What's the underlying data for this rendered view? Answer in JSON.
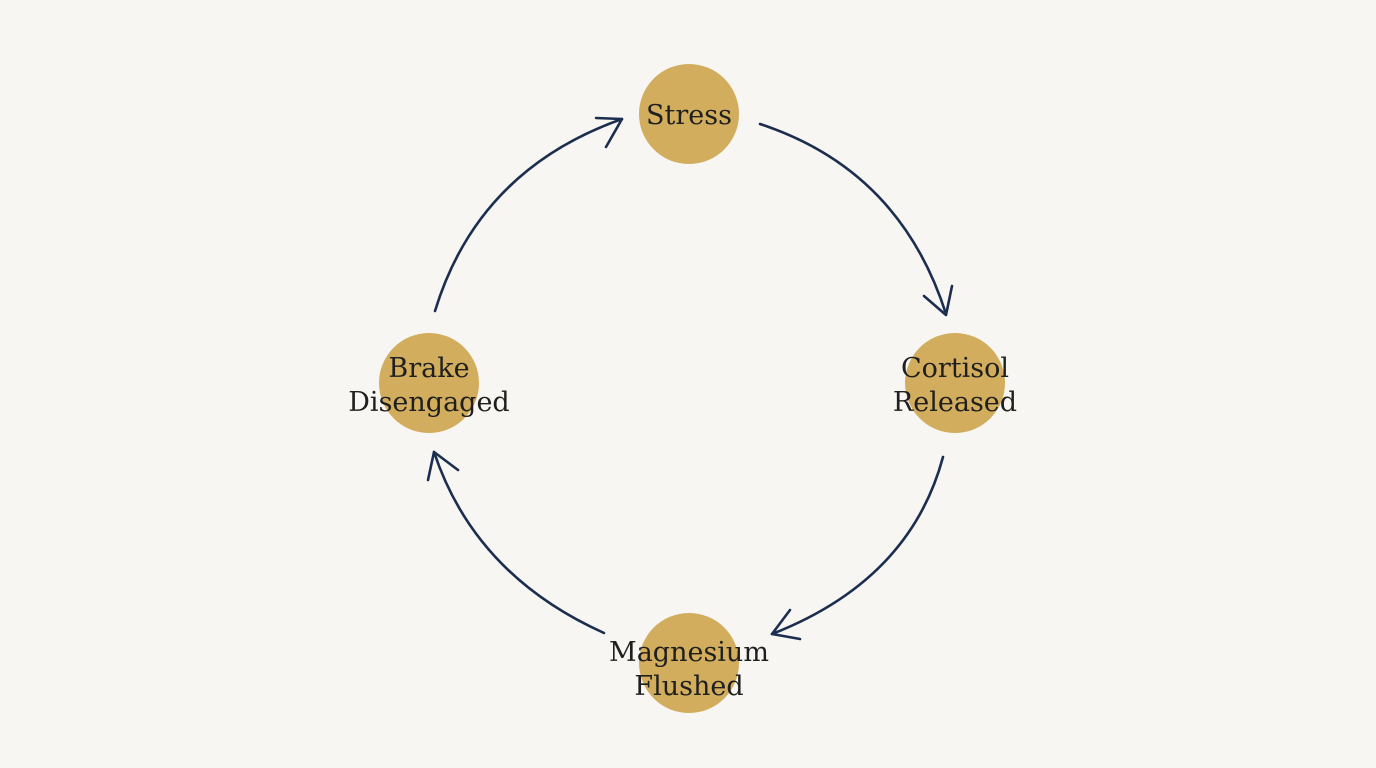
{
  "colors": {
    "background": "#f7f6f2",
    "node_fill": "#d2ad5d",
    "arrow": "#1c2e4f",
    "text": "#1f1f1f"
  },
  "nodes": [
    {
      "id": "stress",
      "line1": "Stress",
      "line2": ""
    },
    {
      "id": "cortisol",
      "line1": "Cortisol",
      "line2": "Released"
    },
    {
      "id": "magnesium",
      "line1": "Magnesium",
      "line2": "Flushed"
    },
    {
      "id": "brake",
      "line1": "Brake",
      "line2": "Disengaged"
    }
  ]
}
